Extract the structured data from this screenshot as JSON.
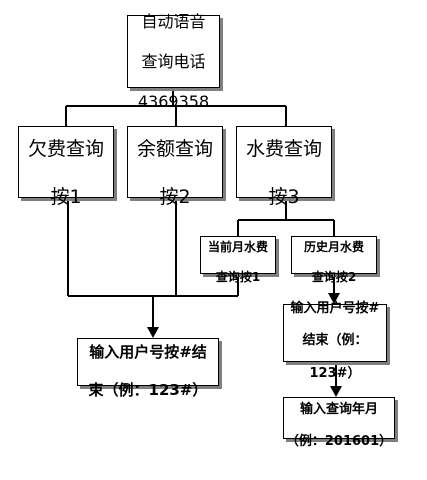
{
  "diagram": {
    "root": {
      "line1": "自动语音",
      "line2": "查询电话",
      "line3": "4369358"
    },
    "options": [
      {
        "line1": "欠费查询",
        "line2": "按1"
      },
      {
        "line1": "余额查询",
        "line2": "按2"
      },
      {
        "line1": "水费查询",
        "line2": "按3"
      }
    ],
    "sub_options": [
      {
        "line1": "当前月水费",
        "line2": "查询按1"
      },
      {
        "line1": "历史月水费",
        "line2": "查询按2"
      }
    ],
    "input_user_main": {
      "line1": "输入用户号按#结",
      "line2": "束（例：123#）"
    },
    "input_user_side": {
      "line1": "输入用户号按#",
      "line2": "结束（例：",
      "line3": "123#）"
    },
    "input_month": {
      "line1": "输入查询年月",
      "line2": "（例：201601）"
    }
  }
}
